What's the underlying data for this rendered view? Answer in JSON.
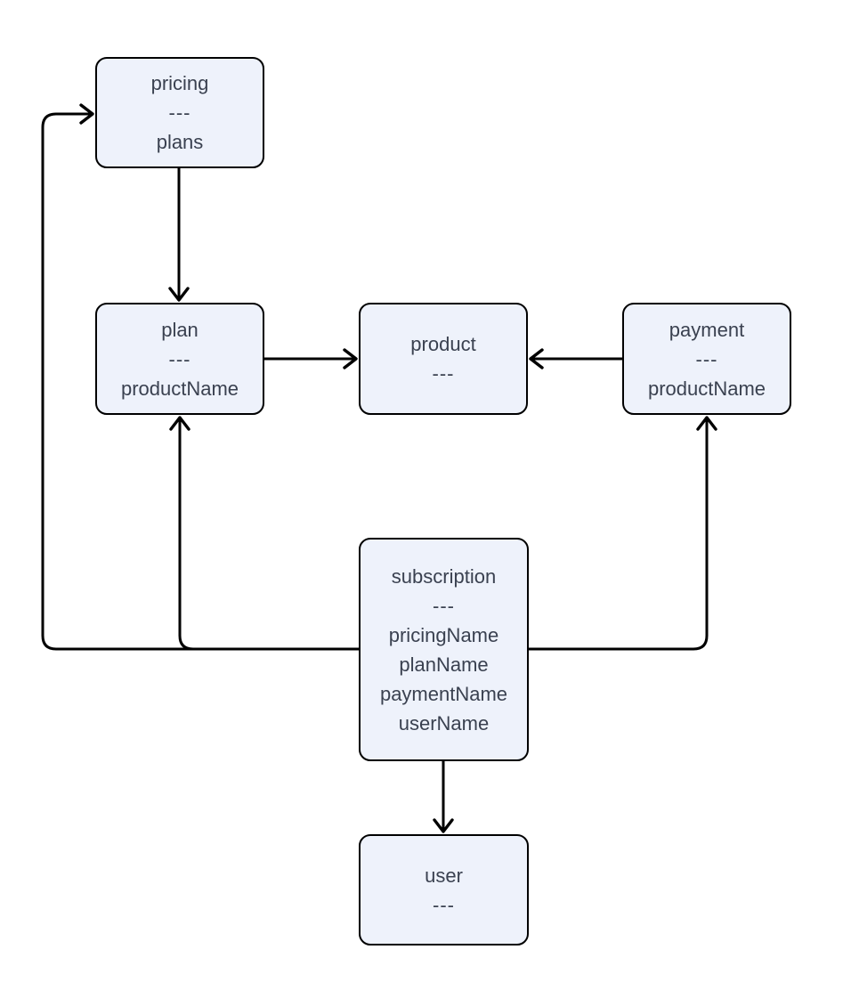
{
  "diagram": {
    "separator": "---",
    "nodes": [
      {
        "id": "pricing",
        "title": "pricing",
        "attributes": [
          "plans"
        ]
      },
      {
        "id": "plan",
        "title": "plan",
        "attributes": [
          "productName"
        ]
      },
      {
        "id": "product",
        "title": "product",
        "attributes": []
      },
      {
        "id": "payment",
        "title": "payment",
        "attributes": [
          "productName"
        ]
      },
      {
        "id": "subscription",
        "title": "subscription",
        "attributes": [
          "pricingName",
          "planName",
          "paymentName",
          "userName"
        ]
      },
      {
        "id": "user",
        "title": "user",
        "attributes": []
      }
    ],
    "edges": [
      {
        "from": "pricing",
        "to": "plan"
      },
      {
        "from": "plan",
        "to": "product"
      },
      {
        "from": "payment",
        "to": "product"
      },
      {
        "from": "subscription",
        "to": "pricing"
      },
      {
        "from": "subscription",
        "to": "plan"
      },
      {
        "from": "subscription",
        "to": "payment"
      },
      {
        "from": "subscription",
        "to": "user"
      }
    ],
    "colors": {
      "background": "#ffffff",
      "node_fill": "#eef2fb",
      "node_border": "#000000",
      "edge_stroke": "#000000",
      "text": "#3a4150"
    }
  }
}
